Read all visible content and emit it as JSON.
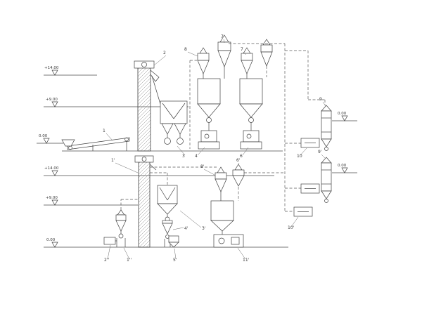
{
  "diagram": {
    "type": "process-flow-engineering-drawing",
    "description": "Two-level feed/pellet plant flow diagram with bucket elevators, cyclones, bins and right-hand vertical vessels",
    "colors": {
      "line": "#3f3f3f",
      "background": "#ffffff"
    },
    "elevation_markers": {
      "top_14": "+14.00",
      "top_9": "+9.00",
      "top_0": "0.00",
      "bottom_14": "+14.00",
      "bottom_9": "+9.00",
      "bottom_0": "0.00",
      "right_upper_0": "0.00",
      "right_lower_0": "0.00"
    },
    "callouts": {
      "c1": "1",
      "c2": "2",
      "c3": "3",
      "c4": "4",
      "c6": "6",
      "c7a": "7",
      "c7b": "7",
      "c8": "8",
      "c9": "9",
      "c9p": "9'",
      "c10": "10",
      "c10p": "10'",
      "b1p": "1'",
      "b1pp": "1''",
      "b2pp": "2''",
      "b3p": "3'",
      "b4p": "4'",
      "b5p": "5'",
      "b6p": "6'",
      "b8p": "8'",
      "b11p": "11'"
    }
  }
}
